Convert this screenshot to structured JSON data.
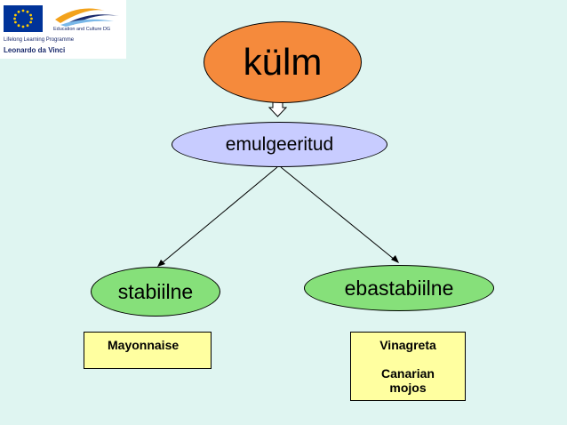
{
  "logo": {
    "dg": "Education and Culture DG",
    "programme": "Lifelong Learning Programme",
    "sub": "Leonardo da Vinci"
  },
  "nodes": {
    "root": "külm",
    "mid": "emulgeeritud",
    "left": "stabiilne",
    "right": "ebastabiilne"
  },
  "examples": {
    "left": [
      "Mayonnaise"
    ],
    "right": [
      "Vinagreta",
      "",
      "Canarian",
      "mojos"
    ]
  },
  "colors": {
    "background": "#dff5f1",
    "root": "#f58a3c",
    "mid": "#c8ccff",
    "leaf": "#86e07a",
    "box": "#ffffa0"
  }
}
